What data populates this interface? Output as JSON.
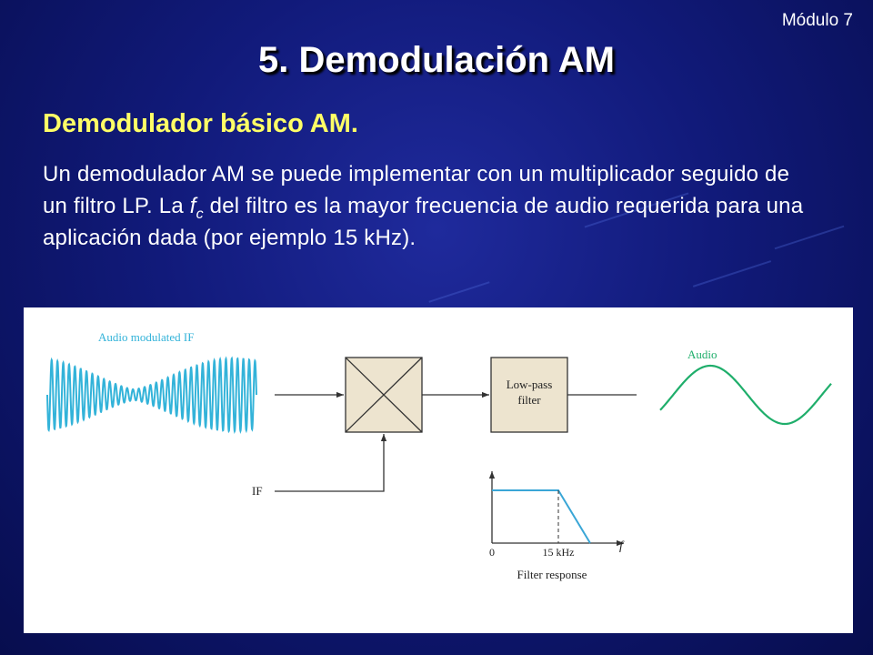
{
  "slide": {
    "module": "Módulo 7",
    "title": "5. Demodulación AM",
    "subtitle": "Demodulador básico AM.",
    "body": {
      "part1": "Un demodulador AM se puede implementar con un multiplicador seguido de un filtro LP. La ",
      "var_letter": "f",
      "var_sub": "c",
      "part2": " del filtro es la mayor frecuencia de audio requerida para una aplicación dada (por ejemplo 15 kHz)."
    }
  },
  "diagram": {
    "input_label": "Audio modulated IF",
    "filter_label_line1": "Low-pass",
    "filter_label_line2": "filter",
    "output_label": "Audio",
    "if_label": "IF",
    "response": {
      "axis_zero": "0",
      "cutoff": "15 kHz",
      "axis_var": "f",
      "caption": "Filter response"
    },
    "colors": {
      "waveform": "#33b3d9",
      "audio": "#1fae6b",
      "block_fill": "#ede4cf",
      "response_line": "#3aa6d6"
    }
  }
}
